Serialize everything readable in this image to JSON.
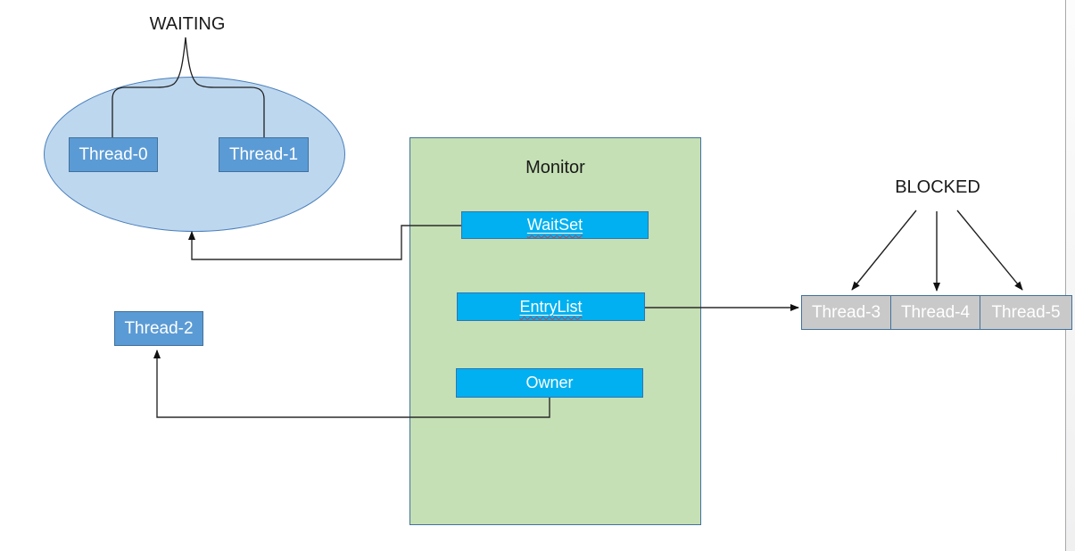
{
  "labels": {
    "waiting": "WAITING",
    "blocked": "BLOCKED"
  },
  "monitor": {
    "title": "Monitor",
    "slots": {
      "waitset": "WaitSet",
      "entrylist": "EntryList",
      "owner": "Owner"
    }
  },
  "threads": {
    "waiting": [
      "Thread-0",
      "Thread-1"
    ],
    "owner": "Thread-2",
    "blocked": [
      "Thread-3",
      "Thread-4",
      "Thread-5"
    ]
  },
  "colors": {
    "ellipse_fill": "#bdd7ee",
    "ellipse_border": "#4a7ebb",
    "monitor_fill": "#c5e0b4",
    "monitor_border": "#41719c",
    "slot_fill": "#00b0f0",
    "slot_border": "#2e75b6",
    "thread_fill": "#5b9bd5",
    "thread_border": "#41719c",
    "blocked_fill": "#c9c9c9",
    "blocked_border": "#41719c",
    "connector": "#2b2b2b",
    "spellcheck_squiggle": "#d83a3a",
    "label_text": "#1a1a1a",
    "box_text": "#ffffff"
  }
}
